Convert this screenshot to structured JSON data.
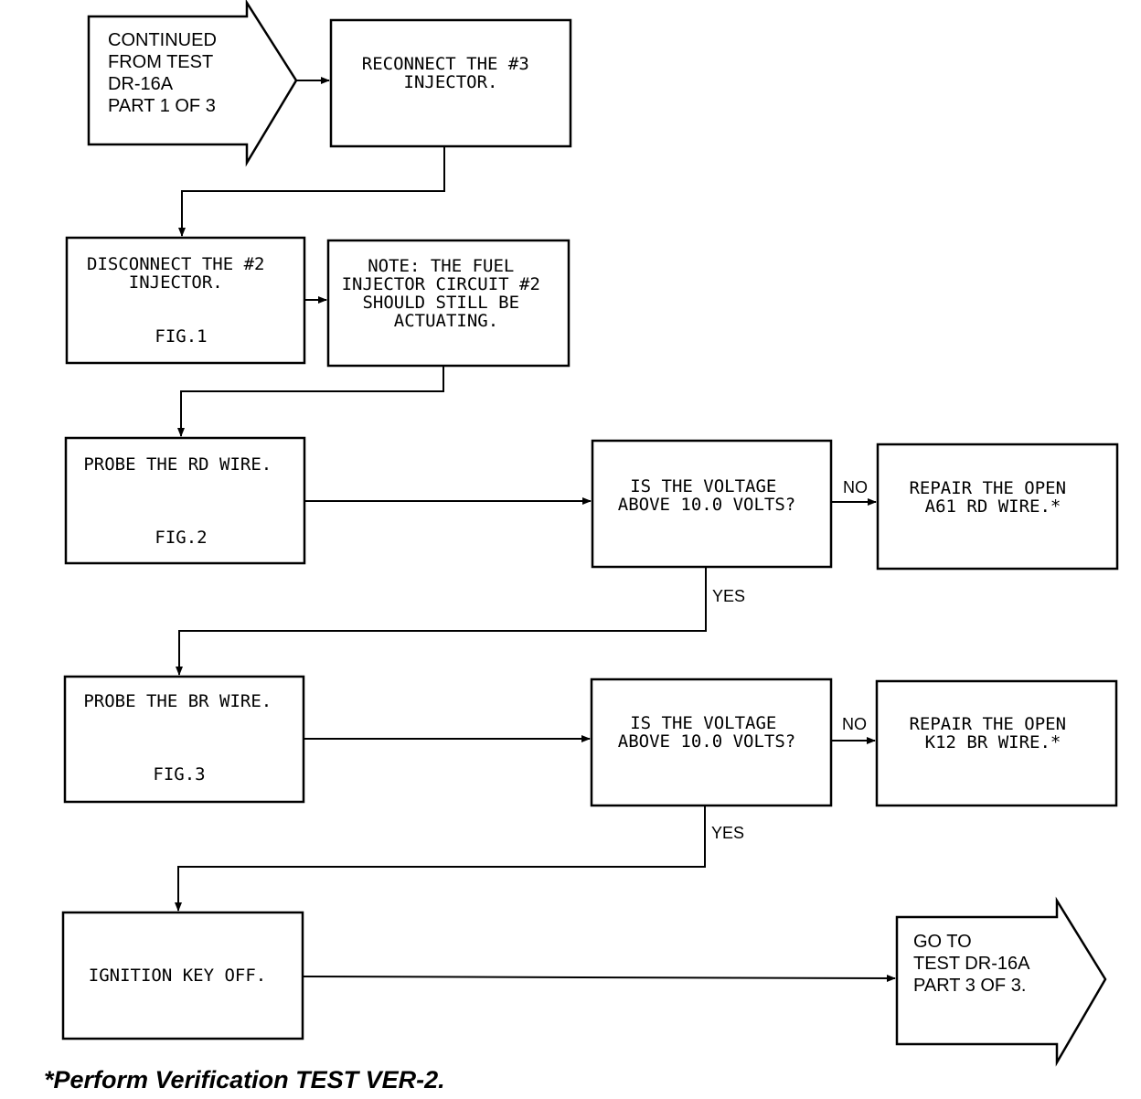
{
  "start_arrow": {
    "lines": [
      "CONTINUED",
      "FROM TEST",
      "DR-16A",
      "PART 1 OF 3"
    ]
  },
  "boxes": {
    "reconnect": {
      "lines": [
        "RECONNECT THE #3",
        "INJECTOR."
      ]
    },
    "disconnect": {
      "lines": [
        "DISCONNECT THE #2",
        "INJECTOR.",
        "",
        "FIG.1"
      ]
    },
    "note": {
      "lines": [
        "NOTE: THE FUEL",
        "INJECTOR CIRCUIT #2",
        "SHOULD STILL BE",
        "ACTUATING."
      ]
    },
    "probe_rd": {
      "lines": [
        "PROBE THE RD WIRE.",
        "",
        "FIG.2"
      ]
    },
    "voltage_q1": {
      "lines": [
        "IS THE VOLTAGE",
        "ABOVE 10.0 VOLTS?"
      ]
    },
    "repair_rd": {
      "lines": [
        "REPAIR THE OPEN",
        "A61 RD WIRE.*"
      ]
    },
    "probe_br": {
      "lines": [
        "PROBE THE BR WIRE.",
        "",
        "FIG.3"
      ]
    },
    "voltage_q2": {
      "lines": [
        "IS THE VOLTAGE",
        "ABOVE 10.0 VOLTS?"
      ]
    },
    "repair_br": {
      "lines": [
        "REPAIR THE OPEN",
        "K12 BR WIRE.*"
      ]
    },
    "ignition": {
      "lines": [
        "IGNITION KEY OFF."
      ]
    }
  },
  "end_arrow": {
    "lines": [
      "GO TO",
      "TEST DR-16A",
      "PART 3 OF 3."
    ]
  },
  "labels": {
    "no1": "NO",
    "yes1": "YES",
    "no2": "NO",
    "yes2": "YES"
  },
  "footnote": "*Perform Verification TEST VER-2."
}
